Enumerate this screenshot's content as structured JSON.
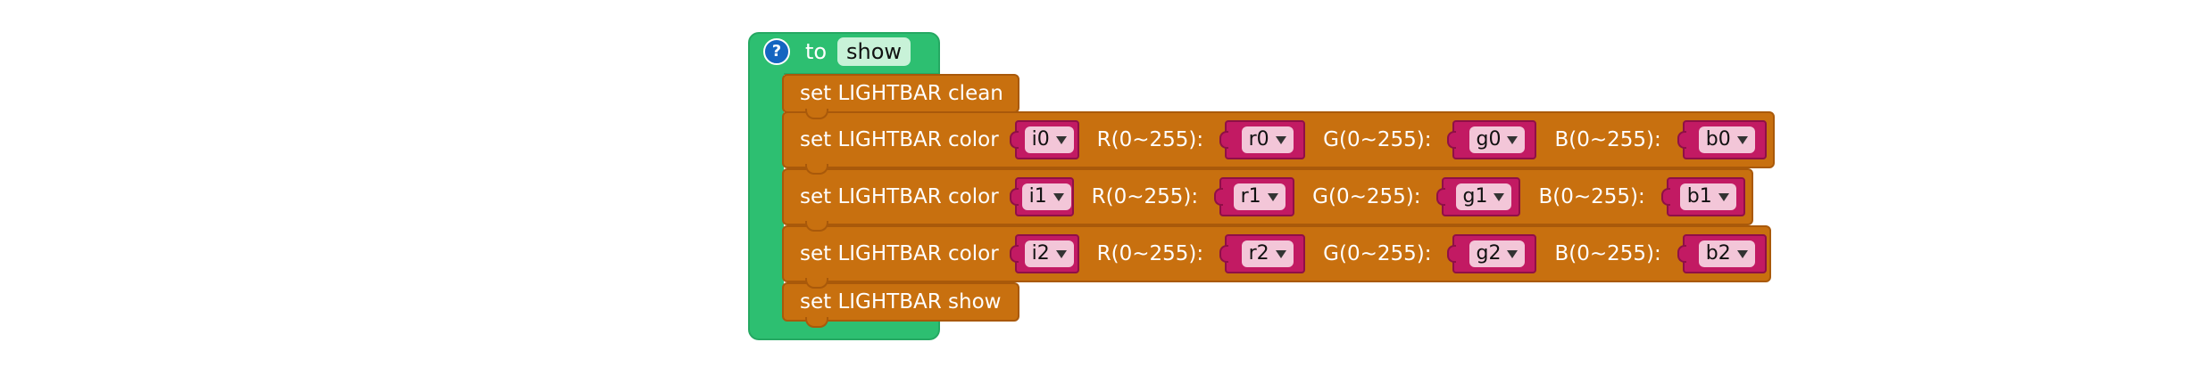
{
  "procedure": {
    "keyword": "to",
    "name": "show",
    "help_glyph": "?",
    "color": "#2dbf71"
  },
  "blocks": [
    {
      "kind": "simple",
      "text": "set LIGHTBAR clean"
    },
    {
      "kind": "color",
      "text": "set LIGHTBAR color",
      "index_var": "i0",
      "r_label": "R(0~255):",
      "r_var": "r0",
      "g_label": "G(0~255):",
      "g_var": "g0",
      "b_label": "B(0~255):",
      "b_var": "b0"
    },
    {
      "kind": "color",
      "text": "set LIGHTBAR color",
      "index_var": "i1",
      "r_label": "R(0~255):",
      "r_var": "r1",
      "g_label": "G(0~255):",
      "g_var": "g1",
      "b_label": "B(0~255):",
      "b_var": "b1"
    },
    {
      "kind": "color",
      "text": "set LIGHTBAR color",
      "index_var": "i2",
      "r_label": "R(0~255):",
      "r_var": "r2",
      "g_label": "G(0~255):",
      "g_var": "g2",
      "b_label": "B(0~255):",
      "b_var": "b2"
    },
    {
      "kind": "simple",
      "text": "set LIGHTBAR show"
    }
  ],
  "colors": {
    "statement_block": "#c8700f",
    "variable_block": "#c21a63",
    "variable_field": "#f3c6d8",
    "help_icon": "#1565c0"
  },
  "icons": {
    "help": "help-icon",
    "dropdown": "chevron-down-icon"
  }
}
